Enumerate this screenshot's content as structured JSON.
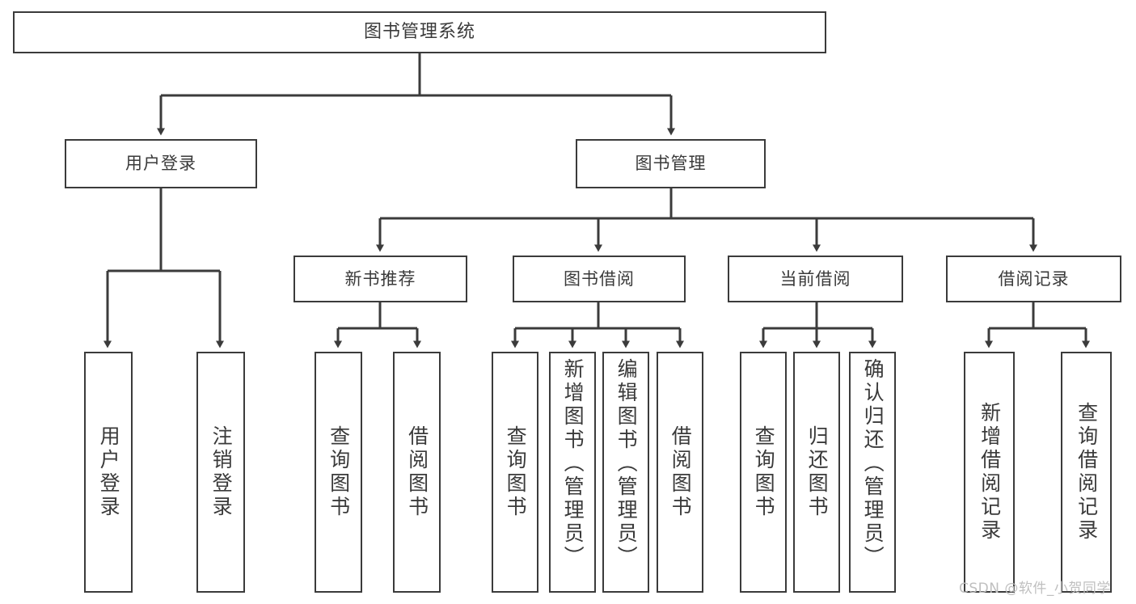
{
  "diagram": {
    "title": "图书管理系统",
    "type": "hierarchy-tree",
    "root": {
      "label": "图书管理系统"
    },
    "level1": [
      {
        "label": "用户登录"
      },
      {
        "label": "图书管理"
      }
    ],
    "level2": [
      {
        "label": "新书推荐"
      },
      {
        "label": "图书借阅"
      },
      {
        "label": "当前借阅"
      },
      {
        "label": "借阅记录"
      }
    ],
    "leaves": [
      {
        "label": "用户登录",
        "parent": "用户登录"
      },
      {
        "label": "注销登录",
        "parent": "用户登录"
      },
      {
        "label": "查询图书",
        "parent": "新书推荐"
      },
      {
        "label": "借阅图书",
        "parent": "新书推荐"
      },
      {
        "label": "查询图书",
        "parent": "图书借阅"
      },
      {
        "label": "新增图书（管理员）",
        "parent": "图书借阅"
      },
      {
        "label": "编辑图书（管理员）",
        "parent": "图书借阅"
      },
      {
        "label": "借阅图书",
        "parent": "图书借阅"
      },
      {
        "label": "查询图书",
        "parent": "当前借阅"
      },
      {
        "label": "归还图书",
        "parent": "当前借阅"
      },
      {
        "label": "确认归还（管理员）",
        "parent": "当前借阅"
      },
      {
        "label": "新增借阅记录",
        "parent": "借阅记录"
      },
      {
        "label": "查询借阅记录",
        "parent": "借阅记录"
      }
    ]
  },
  "watermark": {
    "text": "CSDN @软件_小贺同学"
  },
  "colors": {
    "stroke": "#3b3b3b",
    "text": "#3a3a3a",
    "background": "#ffffff",
    "watermark": "#bfbfbf"
  }
}
